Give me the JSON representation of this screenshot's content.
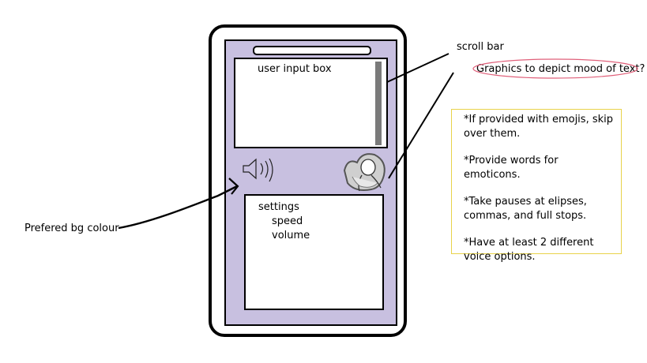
{
  "phone": {
    "input_box_label": "user input box",
    "settings": {
      "title": "settings",
      "items": [
        "speed",
        "volume"
      ]
    },
    "icons": [
      "speaker-icon",
      "avatar-character-icon"
    ],
    "screen_color": "#c8c0e0",
    "scrollbar_color": "#7a7a7a"
  },
  "annotations": {
    "scroll_bar": "scroll bar",
    "graphics": "Graphics to depict mood of text?",
    "bg_colour": "Prefered bg colour"
  },
  "notes": [
    "*If provided with emojis, skip over them.",
    "*Provide words for emoticons.",
    "*Take pauses at elipses, commas, and full stops.",
    "*Have at least 2 different voice options."
  ],
  "colors": {
    "note_border": "#e8d34a",
    "graphics_oval": "#e0607a"
  }
}
